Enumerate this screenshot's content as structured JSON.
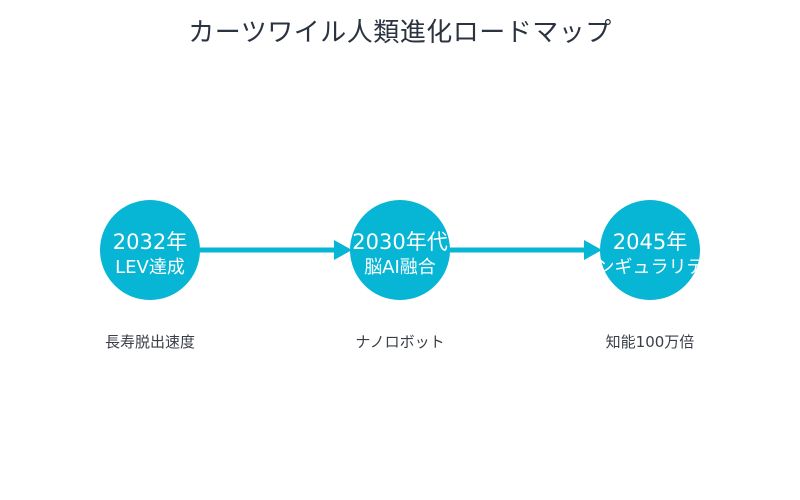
{
  "title": "カーツワイル人類進化ロードマップ",
  "colors": {
    "node": "#07b6d5",
    "arrow": "#07b6d5",
    "title": "#2b3340",
    "caption": "#3a3f47"
  },
  "nodes": [
    {
      "year": "2032年",
      "label": "LEV達成",
      "caption": "長寿脱出速度"
    },
    {
      "year": "2030年代",
      "label": "脳AI融合",
      "caption": "ナノロボット"
    },
    {
      "year": "2045年",
      "label": "シンギュラリティ",
      "caption": "知能100万倍"
    }
  ]
}
